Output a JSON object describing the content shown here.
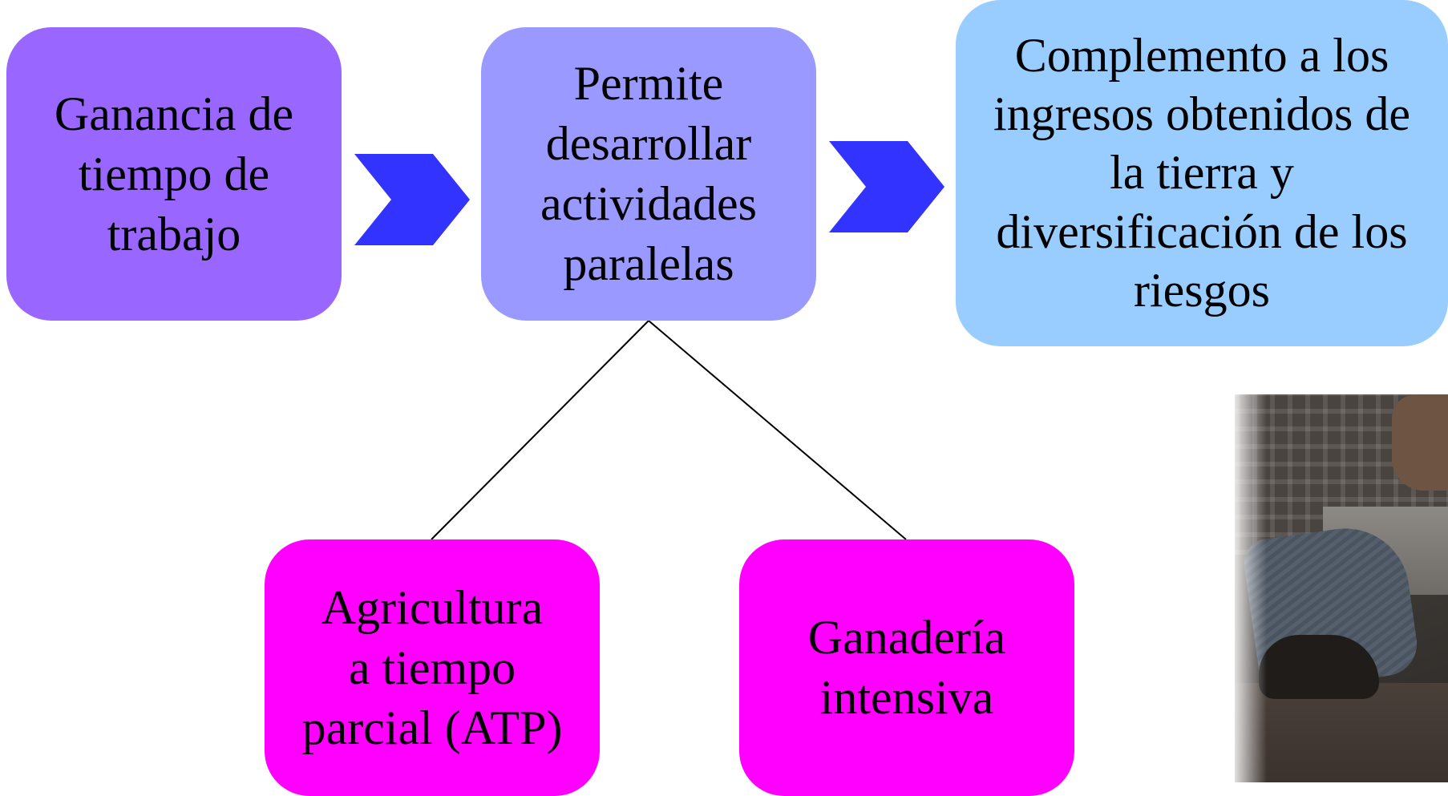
{
  "diagram": {
    "colors": {
      "box_1": "#9966ff",
      "box_2": "#9999ff",
      "box_3": "#99ccff",
      "box_4": "#ff00ff",
      "box_5": "#ff00ff",
      "chevron": "#3333ff",
      "connector": "#000000"
    },
    "boxes": [
      {
        "id": "ganancia",
        "lines": [
          "Ganancia de",
          "tiempo de",
          "trabajo"
        ]
      },
      {
        "id": "permite",
        "lines": [
          "Permite",
          "desarrollar",
          "actividades",
          "paralelas"
        ]
      },
      {
        "id": "complemento",
        "lines": [
          "Complemento a los",
          "ingresos obtenidos de",
          "la tierra y",
          "diversificación de los",
          "riesgos"
        ]
      },
      {
        "id": "atp",
        "lines": [
          "Agricultura",
          "a tiempo",
          "parcial (ATP)"
        ]
      },
      {
        "id": "ganaderia",
        "lines": [
          "Ganadería",
          "intensiva"
        ]
      }
    ],
    "photo_description_icon": "farmer-kneeling-photo"
  }
}
